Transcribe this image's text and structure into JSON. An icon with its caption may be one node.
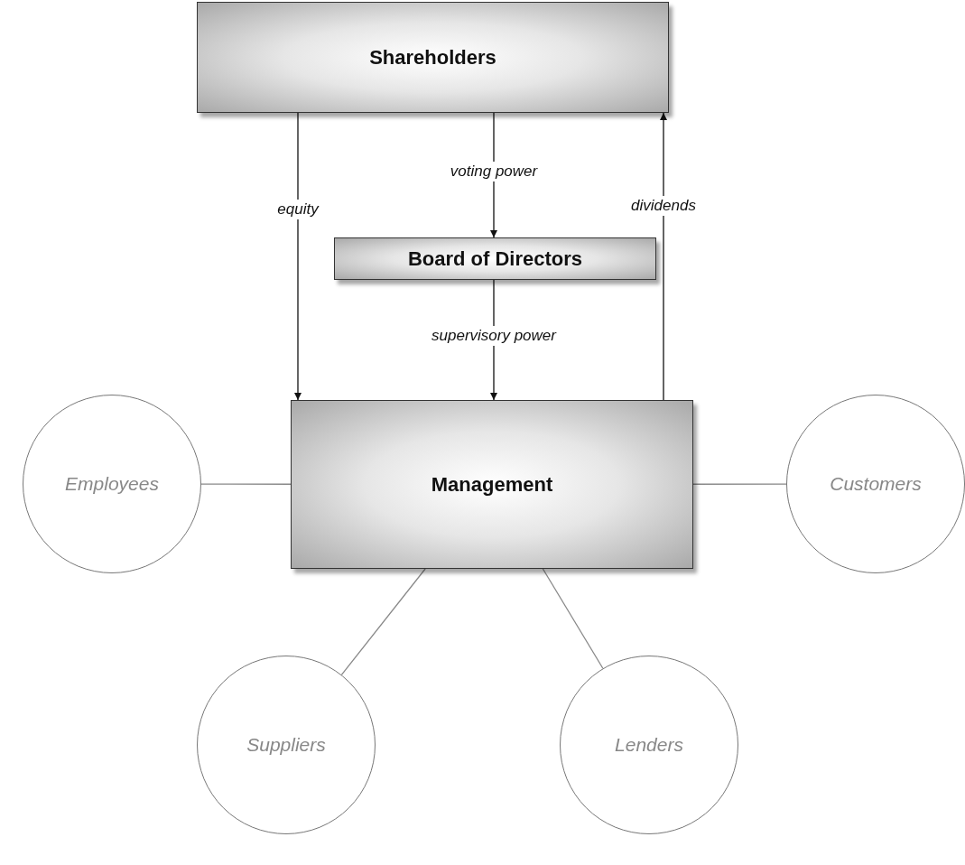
{
  "diagram": {
    "nodes": [
      {
        "text": [
          "Shareholders"
        ]
      },
      {
        "text": [
          "Board of Directors"
        ]
      },
      {
        "text": [
          "Management"
        ]
      },
      {
        "text": [
          "Employees"
        ]
      },
      {
        "text": [
          "Customers"
        ]
      },
      {
        "text": [
          "Suppliers"
        ]
      },
      {
        "text": [
          "Lenders"
        ]
      }
    ],
    "edges": [
      {
        "from": 0,
        "to": 2,
        "arrow": "to",
        "label": "equity"
      },
      {
        "from": 0,
        "to": 1,
        "arrow": "to",
        "label": "voting power"
      },
      {
        "from": 1,
        "to": 2,
        "arrow": "to",
        "label": "supervisory power"
      },
      {
        "from": 2,
        "to": 0,
        "arrow": "to",
        "label": "dividends"
      },
      {
        "from": 3,
        "to": 2,
        "arrow": "none",
        "color": "#888888"
      },
      {
        "from": 2,
        "to": 4,
        "arrow": "none",
        "color": "#888888"
      },
      {
        "from": 2,
        "to": 5,
        "arrow": "none",
        "color": "#888888"
      },
      {
        "from": 2,
        "to": 6,
        "arrow": "none",
        "color": "#888888"
      }
    ]
  }
}
